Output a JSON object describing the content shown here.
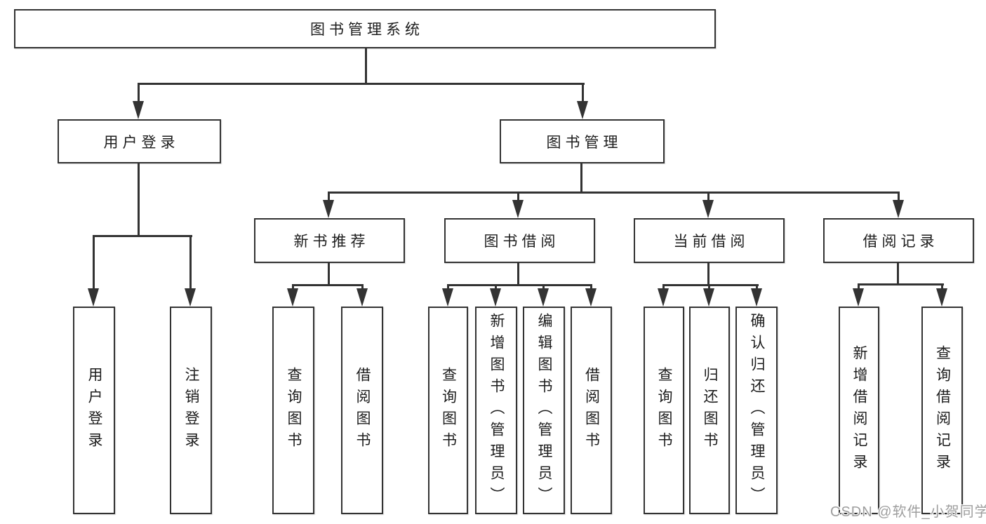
{
  "diagram": {
    "root": {
      "label": "图书管理系统"
    },
    "branches": {
      "user_login": {
        "label": "用户登录",
        "children": [
          {
            "label": "用户登录"
          },
          {
            "label": "注销登录"
          }
        ]
      },
      "book_management": {
        "label": "图书管理",
        "sections": [
          {
            "label": "新书推荐",
            "children": [
              {
                "label": "查询图书"
              },
              {
                "label": "借阅图书"
              }
            ]
          },
          {
            "label": "图书借阅",
            "children": [
              {
                "label": "查询图书"
              },
              {
                "label": "新增图书（管理员）"
              },
              {
                "label": "编辑图书（管理员）"
              },
              {
                "label": "借阅图书"
              }
            ]
          },
          {
            "label": "当前借阅",
            "children": [
              {
                "label": "查询图书"
              },
              {
                "label": "归还图书"
              },
              {
                "label": "确认归还（管理员）"
              }
            ]
          },
          {
            "label": "借阅记录",
            "children": [
              {
                "label": "新增借阅记录"
              },
              {
                "label": "查询借阅记录"
              }
            ]
          }
        ]
      }
    },
    "colors": {
      "line": "#333333",
      "box_border": "#333333",
      "text": "#1c1c1c",
      "watermark_text": "#9e9e9e",
      "background": "#ffffff"
    }
  },
  "watermark": {
    "text": "CSDN @软件_小贺同学"
  }
}
